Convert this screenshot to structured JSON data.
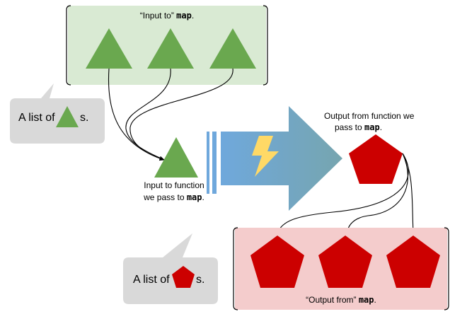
{
  "input_box": {
    "caption_prefix": "“Input to” ",
    "caption_code": "map",
    "caption_suffix": "."
  },
  "output_box": {
    "caption_prefix": "“Output from” ",
    "caption_code": "map",
    "caption_suffix": "."
  },
  "input_bubble": {
    "prefix": "A list of",
    "suffix": "s."
  },
  "output_bubble": {
    "prefix": "A list of",
    "suffix": "s."
  },
  "function_input": {
    "line1": "Input to function",
    "line2_prefix": "we pass to ",
    "line2_code": "map",
    "line2_suffix": "."
  },
  "function_output": {
    "line1": "Output from function we",
    "line2_prefix": "pass to ",
    "line2_code": "map",
    "line2_suffix": "."
  },
  "colors": {
    "input_box_fill": "#d9ead3",
    "output_box_fill": "#f4cccc",
    "triangle": "#6aa84f",
    "pentagon": "#cc0000",
    "bubble": "#d9d9d9",
    "lightning": "#ffd966",
    "arrow_start": "#6fa8dc",
    "arrow_end": "#76a5af"
  },
  "icons": {
    "input_items": "triangle",
    "output_items": "pentagon",
    "transform": "lightning-bolt"
  }
}
